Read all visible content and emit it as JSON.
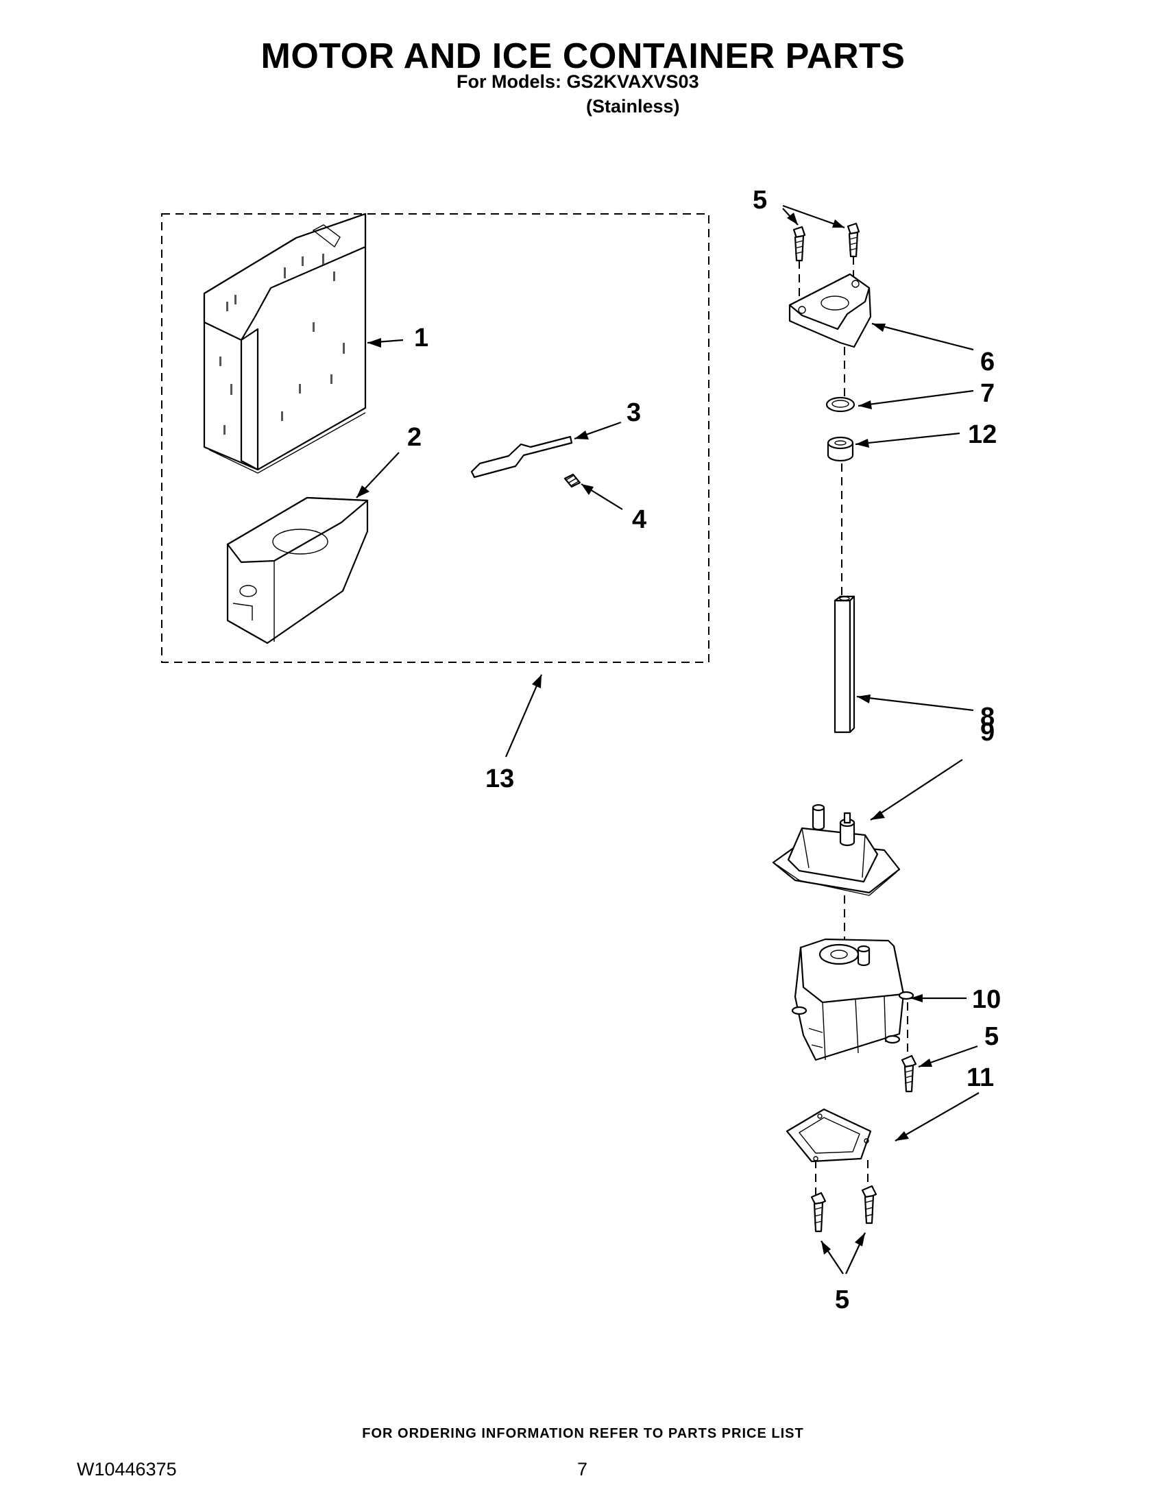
{
  "header": {
    "title": "MOTOR AND ICE CONTAINER PARTS",
    "models_line": "For Models: GS2KVAXVS03",
    "variant_line": "(Stainless)"
  },
  "callouts": {
    "c1": "1",
    "c2": "2",
    "c3": "3",
    "c4": "4",
    "c5_top": "5",
    "c5_mid": "5",
    "c5_bottom": "5",
    "c6": "6",
    "c7": "7",
    "c8": "8",
    "c9": "9",
    "c10": "10",
    "c11": "11",
    "c12": "12",
    "c13": "13"
  },
  "footer": {
    "ordering_note": "FOR ORDERING INFORMATION REFER TO PARTS PRICE LIST",
    "doc_number": "W10446375",
    "page_number": "7"
  }
}
